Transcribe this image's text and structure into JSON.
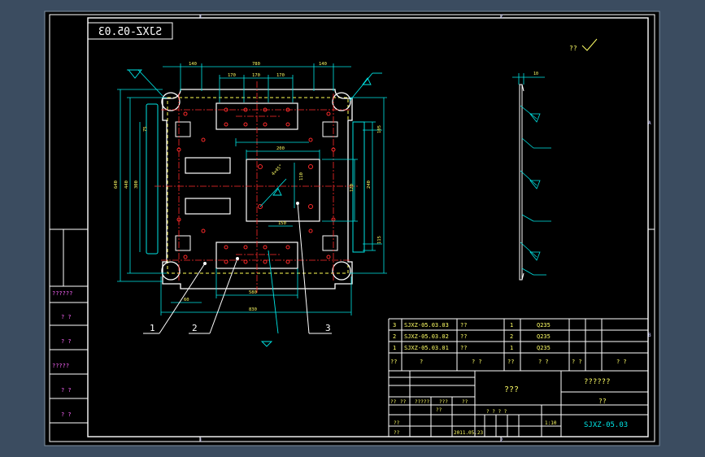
{
  "colors": {
    "frame_bg": "#3b4c60",
    "paper": "#000000",
    "outline": "#ffffff",
    "dim": "#00e5e5",
    "center": "#ff2a2a",
    "hidden": "#ffff55",
    "green": "#33dd33",
    "text": "#c8c8ff"
  },
  "title_stamp": "SJXZ-05.03",
  "check_mark": "??",
  "zone_letters": {
    "top_1": "1",
    "top_2": "2",
    "bottom_1": "1",
    "bottom_2": "2",
    "right_a": "A",
    "right_b": "B"
  },
  "dims": {
    "d140_left": "140",
    "d780": "780",
    "d140_right": "140",
    "d170a": "170",
    "d170b": "170",
    "d170c": "170",
    "d640": "640",
    "d440": "440",
    "d300": "300",
    "d75": "75",
    "d240": "240",
    "d105": "105",
    "d115": "115",
    "d110": "110",
    "d580": "580",
    "d830": "830",
    "d60": "60",
    "d200": "200",
    "d150": "150",
    "d120": "120",
    "d4x45": "4×45°",
    "side_dim": "10"
  },
  "balloons": [
    "1",
    "2",
    "3"
  ],
  "bom_rows": [
    {
      "seq": "3",
      "code": "SJXZ-05.03.03",
      "name": "??",
      "qty": "1",
      "material": "Q235"
    },
    {
      "seq": "2",
      "code": "SJXZ-05.03.02",
      "name": "??",
      "qty": "2",
      "material": "Q235"
    },
    {
      "seq": "1",
      "code": "SJXZ-05.03.01",
      "name": "??",
      "qty": "1",
      "material": "Q235"
    }
  ],
  "bom_header": {
    "seq": "??",
    "code": "?",
    "name": "? ?",
    "qty": "??",
    "material": "? ?",
    "weight": "? ?",
    "remark": "? ?"
  },
  "title_block": {
    "part_name": "???",
    "company": "??????",
    "school": "??",
    "drawing_no": "SJXZ-05.03",
    "scale": "1:10",
    "date": "2011.05.23",
    "stage": "? ? ? ?",
    "mark1": "??",
    "mark2": "??",
    "mark3": "?????",
    "mark4": "???",
    "r1": "??",
    "r2": "??",
    "r3": "??",
    "r4": "??"
  },
  "left_strip": [
    "??????",
    "? ?",
    "? ?",
    "?????",
    "? ?",
    "? ?"
  ]
}
